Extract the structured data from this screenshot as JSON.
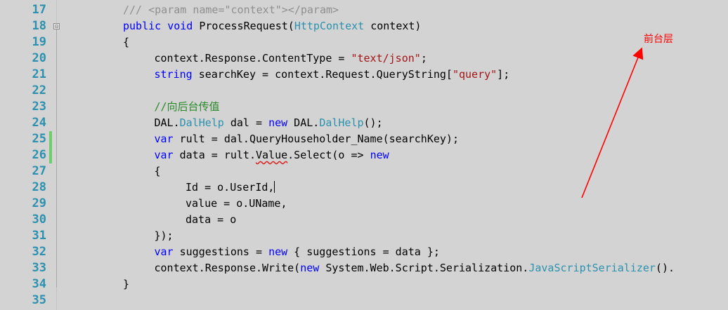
{
  "editor": {
    "lines": [
      {
        "number": "17",
        "indent": 0,
        "tokens": [
          {
            "t": "/// <param name=\"context\"></param>",
            "k": "doc"
          }
        ]
      },
      {
        "number": "18",
        "indent": 0,
        "fold": "⊟",
        "tokens": [
          {
            "t": "public",
            "k": "keyword"
          },
          {
            "t": " "
          },
          {
            "t": "void",
            "k": "keyword"
          },
          {
            "t": " ProcessRequest("
          },
          {
            "t": "HttpContext",
            "k": "type"
          },
          {
            "t": " context)"
          }
        ]
      },
      {
        "number": "19",
        "indent": 0,
        "tokens": [
          {
            "t": "{"
          }
        ]
      },
      {
        "number": "20",
        "indent": 1,
        "tokens": [
          {
            "t": "context.Response.ContentType = "
          },
          {
            "t": "\"text/json\"",
            "k": "string"
          },
          {
            "t": ";"
          }
        ]
      },
      {
        "number": "21",
        "indent": 1,
        "tokens": [
          {
            "t": "string",
            "k": "keyword"
          },
          {
            "t": " searchKey = context.Request.QueryString["
          },
          {
            "t": "\"query\"",
            "k": "string"
          },
          {
            "t": "];"
          }
        ]
      },
      {
        "number": "22",
        "indent": 0,
        "tokens": []
      },
      {
        "number": "23",
        "indent": 1,
        "tokens": [
          {
            "t": "//向后台传值",
            "k": "comment"
          }
        ]
      },
      {
        "number": "24",
        "indent": 1,
        "tokens": [
          {
            "t": "DAL."
          },
          {
            "t": "DalHelp",
            "k": "type"
          },
          {
            "t": " dal = "
          },
          {
            "t": "new",
            "k": "keyword"
          },
          {
            "t": " DAL."
          },
          {
            "t": "DalHelp",
            "k": "type"
          },
          {
            "t": "();"
          }
        ]
      },
      {
        "number": "25",
        "indent": 1,
        "changed": true,
        "tokens": [
          {
            "t": "var",
            "k": "keyword"
          },
          {
            "t": " rult = dal.QueryHouseholder_Name(searchKey);"
          }
        ]
      },
      {
        "number": "26",
        "indent": 1,
        "changed": true,
        "tokens": [
          {
            "t": "var",
            "k": "keyword"
          },
          {
            "t": " data = rult."
          },
          {
            "t": "Value",
            "k": "squiggle"
          },
          {
            "t": ".Select(o => "
          },
          {
            "t": "new",
            "k": "keyword"
          }
        ]
      },
      {
        "number": "27",
        "indent": 1,
        "tokens": [
          {
            "t": "{"
          }
        ]
      },
      {
        "number": "28",
        "indent": 2,
        "caret": true,
        "tokens": [
          {
            "t": "Id = o.UserId,"
          }
        ]
      },
      {
        "number": "29",
        "indent": 2,
        "tokens": [
          {
            "t": "value = o.UName,"
          }
        ]
      },
      {
        "number": "30",
        "indent": 2,
        "tokens": [
          {
            "t": "data = o"
          }
        ]
      },
      {
        "number": "31",
        "indent": 1,
        "tokens": [
          {
            "t": "});"
          }
        ]
      },
      {
        "number": "32",
        "indent": 1,
        "tokens": [
          {
            "t": "var",
            "k": "keyword"
          },
          {
            "t": " suggestions = "
          },
          {
            "t": "new",
            "k": "keyword"
          },
          {
            "t": " { suggestions = data };"
          }
        ]
      },
      {
        "number": "33",
        "indent": 1,
        "tokens": [
          {
            "t": "context.Response.Write("
          },
          {
            "t": "new",
            "k": "keyword"
          },
          {
            "t": " System.Web.Script.Serialization."
          },
          {
            "t": "JavaScriptSerializer",
            "k": "type"
          },
          {
            "t": "()."
          }
        ]
      },
      {
        "number": "34",
        "indent": 0,
        "tokens": [
          {
            "t": "}"
          }
        ]
      },
      {
        "number": "35",
        "indent": 0,
        "tokens": []
      }
    ]
  },
  "annotation": {
    "label": "前台层",
    "color": "#ff0000"
  },
  "colors": {
    "background": "#d3d3d3",
    "line_number": "#2b91af",
    "keyword": "#0000ff",
    "type": "#2b91af",
    "string": "#a31515",
    "comment": "#2a8a2a",
    "doc_comment": "#8f8f8f",
    "change_bar": "#6ccf6c",
    "squiggle": "#e02020"
  }
}
